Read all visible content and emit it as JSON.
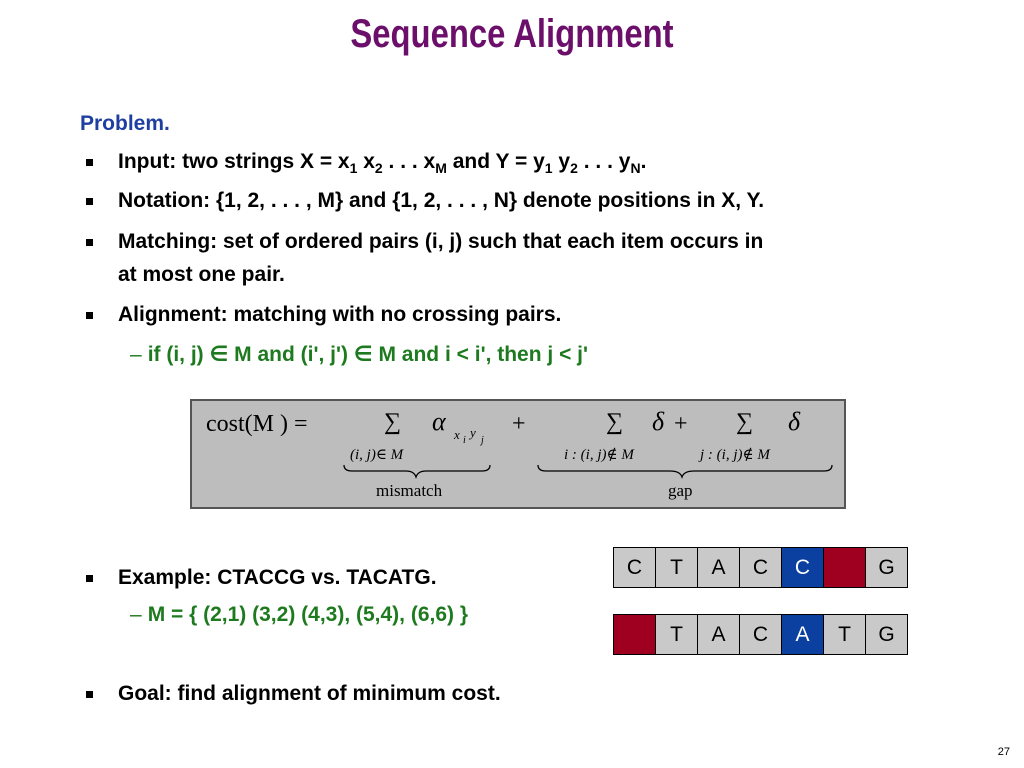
{
  "slide": {
    "title": "Sequence Alignment",
    "problem_label": "Problem.",
    "bullets": {
      "input": {
        "prefix": "Input:  two strings X = x",
        "s1": "1",
        "mid1": " x",
        "s2": "2",
        "mid2": " . . . x",
        "sM": "M",
        "mid3": " and Y = y",
        "t1": "1",
        "mid4": " y",
        "t2": "2",
        "mid5": " . . . y",
        "tN": "N",
        "end": "."
      },
      "notation": "Notation: {1, 2, . . . , M}  and {1, 2, . . . , N} denote positions in X, Y.",
      "matching_line1": "Matching:  set of ordered pairs (i, j) such that each item occurs in",
      "matching_line2": "at most one pair.",
      "alignment": "Alignment:  matching with no crossing pairs.",
      "alignment_sub_dash": "–",
      "alignment_sub": "if (i, j) ∈ M and (i', j') ∈  M and i < i', then j < j'",
      "example": "Example:  CTACCG vs. TACATG.",
      "example_sub_dash": "–",
      "example_sub": "M = { (2,1) (3,2) (4,3), (5,4), (6,6) }",
      "goal": "Goal:  find alignment of minimum cost."
    },
    "formula": {
      "lhs": "cost(M ) =",
      "sum": "∑",
      "alpha": "α",
      "alpha_sub": "x",
      "alpha_sub_i": "i",
      "alpha_sub_y": "y",
      "alpha_sub_j": "j",
      "plus1": "+",
      "delta": "δ",
      "plus2": "+",
      "sum1_sub": "(i, j)∈ M",
      "sum2_sub": "i : (i, j)∉ M",
      "sum3_sub": "j : (i, j)∉ M",
      "mismatch_label": "mismatch",
      "gap_label": "gap"
    },
    "alignment_rows": {
      "top": [
        "C",
        "T",
        "A",
        "C",
        "C",
        "",
        "G"
      ],
      "bottom": [
        "",
        "T",
        "A",
        "C",
        "A",
        "T",
        "G"
      ]
    },
    "colors": {
      "title": "#6B0F6B",
      "problem": "#1F3FA0",
      "sub_bullet": "#1E7A1E",
      "match_highlight": "#0B3FA0",
      "gap_cell": "#A00020",
      "cell": "#C9C9C9"
    },
    "page_number": "27"
  }
}
